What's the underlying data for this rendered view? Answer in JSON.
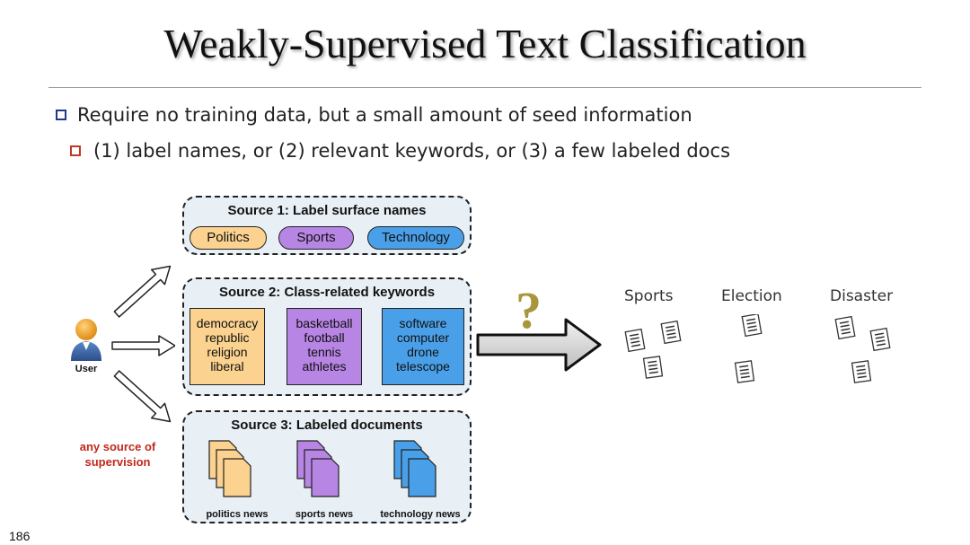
{
  "slide": {
    "title": "Weakly-Supervised Text Classification",
    "bullet1": "Require no training data, but a small amount of seed information",
    "bullet2": "(1) label names, or (2) relevant keywords, or (3) a few labeled docs",
    "page_number": "186"
  },
  "user": {
    "label": "User"
  },
  "note": {
    "line1": "any source of",
    "line2": "supervision"
  },
  "source1": {
    "title": "Source 1: Label surface names",
    "labels": [
      "Politics",
      "Sports",
      "Technology"
    ]
  },
  "source2": {
    "title": "Source 2: Class-related keywords",
    "groups": [
      [
        "democracy",
        "republic",
        "religion",
        "liberal"
      ],
      [
        "basketball",
        "football",
        "tennis",
        "athletes"
      ],
      [
        "software",
        "computer",
        "drone",
        "telescope"
      ]
    ]
  },
  "source3": {
    "title": "Source 3: Labeled documents",
    "docs": [
      "politics news",
      "sports news",
      "technology news"
    ]
  },
  "output": {
    "question_mark": "?",
    "categories": [
      "Sports",
      "Election",
      "Disaster"
    ]
  },
  "colors": {
    "orange": "#fbd28f",
    "purple": "#b785e3",
    "blue": "#4aa0e8",
    "box_bg": "#e8f0f6",
    "note_red": "#c0281c",
    "question_gold": "#a8953c"
  },
  "icons": [
    "user-icon",
    "arrow-icon",
    "document-icon",
    "question-mark-icon"
  ]
}
